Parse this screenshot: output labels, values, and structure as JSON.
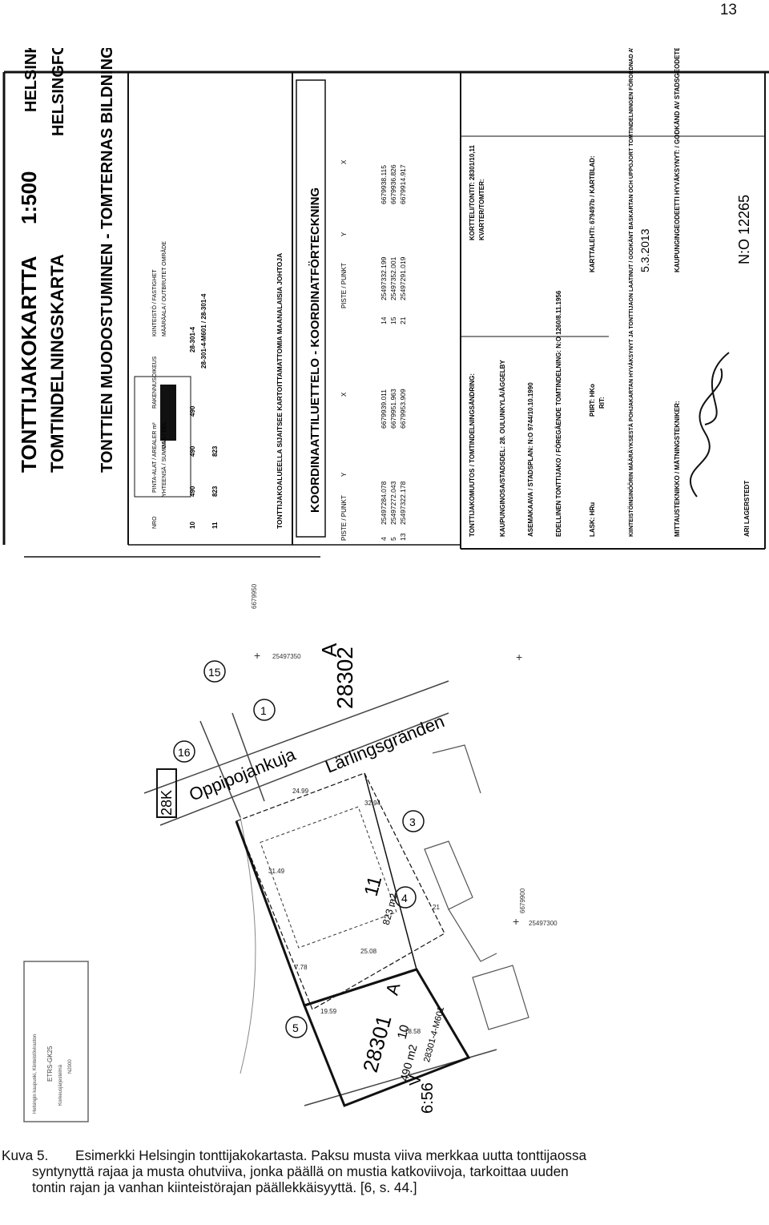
{
  "page": {
    "number": "13"
  },
  "title_block": {
    "title_fi": "TONTTIJAKOKARTTA",
    "scale": "1:500",
    "city_fi": "HELSINKI",
    "title_sv": "TOMTINDELNINGSKARTA",
    "city_sv": "HELSINGFORS",
    "subtitle": "TONTTIEN MUODOSTUMINEN - TOMTERNAS BILDNING",
    "area_table": {
      "headers": [
        "NRO",
        "PINTA-ALAT / AREALER m²",
        "RAKENNUSOIKEUS",
        "KIINTEISTÖ / FASTIGHET"
      ],
      "subheaders": [
        "YHTEENSÄ / SUMMA",
        "OSA / DEL",
        "MÄÄRÄALA / OUTBRUTET OMRÅDE"
      ],
      "rows": [
        {
          "nro": "10",
          "total": "490",
          "part": "490",
          "build": "490",
          "estate": "28-301-4"
        },
        {
          "nro": "11",
          "total": "823",
          "part": "823",
          "build": "",
          "estate": "28-301-4-M601 / 28-301-4"
        }
      ]
    },
    "note": "TONTTIJAKOALUEELLA SIJAITSEE KARTOITTAMATTOMIA MAANALAISIA JOHTOJA",
    "coord_title": "KOORDINAATTILUETTELO - KOORDINATFÖRTECKNING",
    "coord_headers": [
      "PISTE / PUNKT",
      "Y",
      "X",
      "PISTE / PUNKT",
      "Y",
      "X"
    ],
    "coord_rows": [
      [
        "4",
        "25497284.078",
        "6679939.011",
        "14",
        "25497332.199",
        "6679938.115"
      ],
      [
        "5",
        "25497272.043",
        "6679951.963",
        "15",
        "25497352.001",
        "6679936.826"
      ],
      [
        "13",
        "25497322.178",
        "6679953.909",
        "21",
        "25497291.019",
        "6679914.917"
      ]
    ],
    "info": {
      "change": "TONTTIJAKOMUUTOS / TOMTINDELNINGSÄNDRING:",
      "block_label": "KORTTELI/TONTIT: 28301/10,11",
      "block_sv": "KVARTER/TOMTER:",
      "district": "KAUPUNGINOSA/STADSDEL: 28. OULUNKYLÄ/ÅGGELBY",
      "plan": "ASEMAKAAVA / STADSPLAN: N:O 9744/10.10.1990",
      "prev": "EDELLINEN TONTTIJAKO / FÖREGÅENDE TOMTINDELNING: N:O 1260/8.11.1956",
      "drawn": "LASK: HRu",
      "drawn2": "PIIRT: HKo",
      "drawn3": "RIT:",
      "sheet": "KARTTALEHTI: 679497b / KARTBLAD:",
      "approval": "KIINTEISTÖINSINÖÖRIN MÄÄRÄYKSESTÄ POHJAKARTAN HYVÄKSYNYT JA TONTTIJAON LAATINUT / GODKÄNT BASKARTAN OCH UPPGJORT TOMTINDELNINGEN FÖRORDNAD AV FASTIGHETSINGENJÖREN:",
      "date": "5.3.2013",
      "surveyor": "MITTAUSTEKNIKKO / MÄTNINGSTEKNIKER:",
      "name": "ARI LAGERSTEDT",
      "approved_by": "KAUPUNGINGEODEETTI HYVÄKSYNYT: / GODKÄND AV STADSGEODETEN:",
      "number": "N:O 12265"
    }
  },
  "map": {
    "streets": [
      "Oppipojankuja",
      "Lärlingsgränden"
    ],
    "block_28302": "28302",
    "block_28301": "28301",
    "lot_a": "A",
    "lot_a2": "A",
    "lot_v": "V",
    "district_28k": "28K",
    "lot10": "10",
    "lot11": "11",
    "area10": "490 m2",
    "area11": "823 m2",
    "parcel": "28301-4-M601",
    "plan_ref": "6:56",
    "points": [
      "1",
      "3",
      "4",
      "5",
      "15",
      "16"
    ],
    "coords": [
      "6679950",
      "25497350",
      "6679900",
      "25497300"
    ],
    "dims": [
      "24.99",
      "32.94",
      "31.49",
      "25.08",
      "19.59",
      "18.58",
      "7.78",
      "21"
    ],
    "stamp_lines": [
      "Helsingin kaupunki, Kiinteistöviraston",
      "ETRS-GK25",
      "Korkeusjärjestelmä",
      "N2000"
    ]
  },
  "caption": {
    "label": "Kuva 5.",
    "line1": "Esimerkki Helsingin tonttijakokartasta. Paksu musta viiva merkkaa uutta tonttijaossa",
    "line2": "syntynyttä rajaa ja musta ohutviiva, jonka päällä on mustia katkoviivoja, tarkoittaa uuden",
    "line3": "tontin rajan ja vanhan kiinteistörajan päällekkäisyyttä. [6, s. 44.]"
  }
}
